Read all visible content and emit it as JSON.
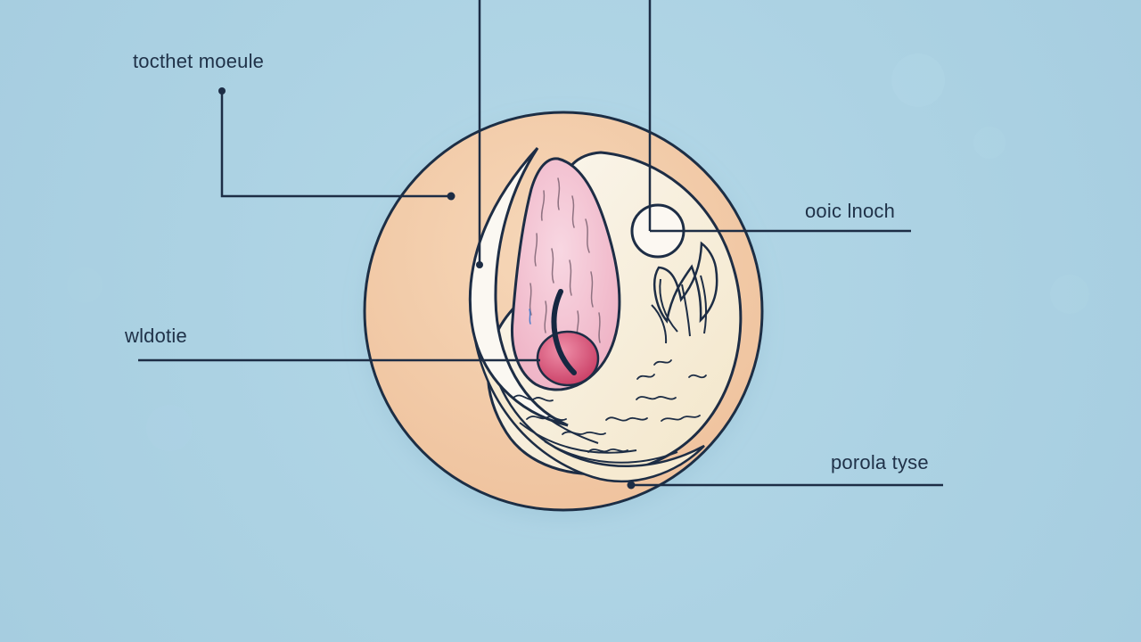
{
  "labels": {
    "top_left": "tocthet moeule",
    "right_mid": "ooic lnoch",
    "left_mid": "wldotie",
    "right_bottom": "porola tyse"
  },
  "colors": {
    "background": "#acd2e3",
    "circle_fill": "#f1c8a5",
    "outline": "#1d2d45",
    "cream": "#f7edd8",
    "pink_lobe": "#f0b7c9",
    "red_core": "#d54c72"
  }
}
